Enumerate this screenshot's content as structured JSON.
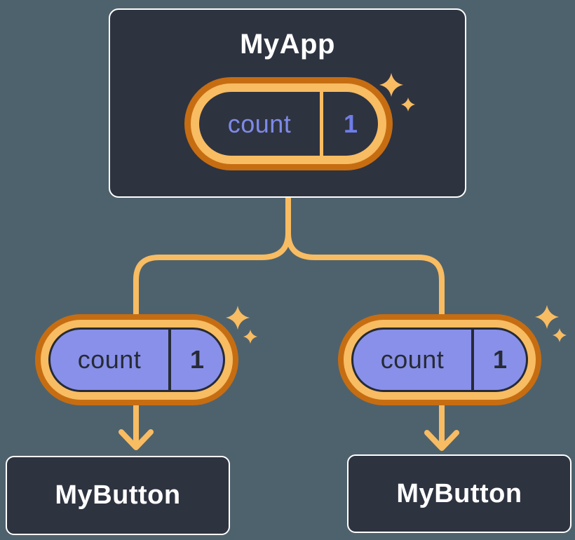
{
  "colors": {
    "background": "#4E626D",
    "card": "#2E3340",
    "card_border": "#FFFFFF",
    "line": "#F8BC62",
    "ring_outer": "#C66D12",
    "state_fill": "#8990EA",
    "state_name_light": "#7E8AE8",
    "state_value_light": "#6F7DE8",
    "state_text_dark": "#262B35",
    "title_text": "#FFFFFF"
  },
  "icons": {
    "sparkle": "✦",
    "arrow_down": "↓"
  },
  "tree": {
    "root": {
      "label": "MyApp",
      "state": {
        "name": "count",
        "value": "1"
      }
    },
    "children": [
      {
        "label": "MyButton",
        "state": {
          "name": "count",
          "value": "1"
        }
      },
      {
        "label": "MyButton",
        "state": {
          "name": "count",
          "value": "1"
        }
      }
    ]
  }
}
